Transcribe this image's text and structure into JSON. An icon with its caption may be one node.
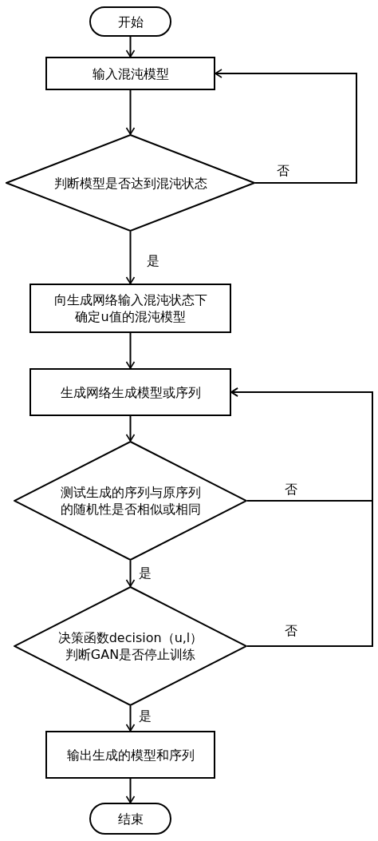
{
  "diagram": {
    "nodes": [
      {
        "text": [
          "开始"
        ]
      },
      {
        "text": [
          "输入混沌模型"
        ]
      },
      {
        "text": [
          "判断模型是否达到混沌状态"
        ]
      },
      {
        "text": [
          "向生成网络输入混沌状态下确定u值的混沌模型"
        ]
      },
      {
        "text": [
          "生成网络生成模型或序列"
        ]
      },
      {
        "text": [
          "测试生成的序列与原序列的随机性是否相似或相同"
        ]
      },
      {
        "text": [
          "决策函数decision（u,l）判断GAN是否停止训练"
        ]
      },
      {
        "text": [
          "输出生成的模型和序列"
        ]
      },
      {
        "text": [
          "结束"
        ]
      }
    ],
    "edges": [
      {
        "from": 0,
        "to": 1,
        "arrow": "to"
      },
      {
        "from": 1,
        "to": 2,
        "arrow": "to"
      },
      {
        "from": 2,
        "to": 1,
        "arrow": "to",
        "label": "否"
      },
      {
        "from": 2,
        "to": 3,
        "arrow": "to",
        "label": "是"
      },
      {
        "from": 3,
        "to": 4,
        "arrow": "to"
      },
      {
        "from": 4,
        "to": 5,
        "arrow": "to"
      },
      {
        "from": 5,
        "to": 4,
        "arrow": "to",
        "label": "否"
      },
      {
        "from": 5,
        "to": 6,
        "arrow": "to",
        "label": "是"
      },
      {
        "from": 6,
        "to": 4,
        "arrow": "to",
        "label": "否"
      },
      {
        "from": 6,
        "to": 7,
        "arrow": "to",
        "label": "是"
      },
      {
        "from": 7,
        "to": 8,
        "arrow": "to"
      }
    ]
  }
}
